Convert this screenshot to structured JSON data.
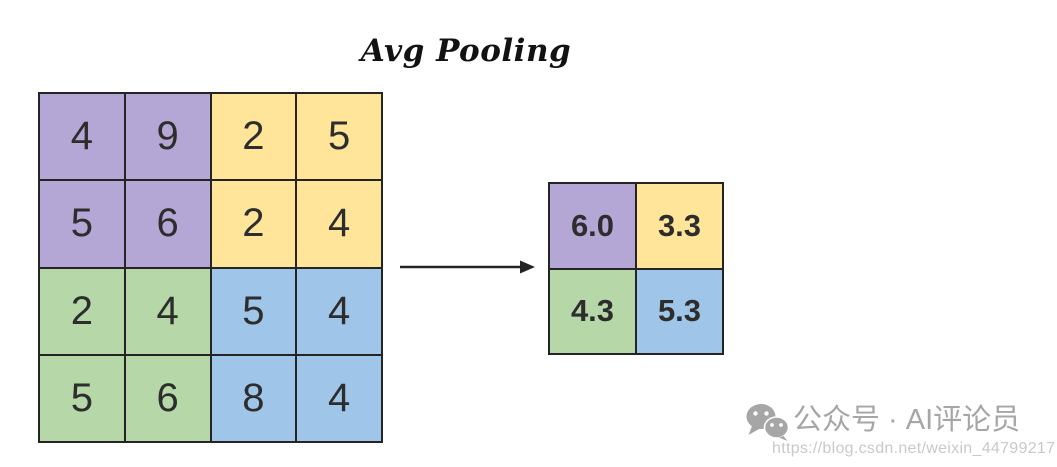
{
  "title": "Avg Pooling",
  "palette": {
    "purple": "#b4a7d6",
    "yellow": "#ffe599",
    "green": "#b6d7a8",
    "blue": "#9fc5e8",
    "grid_line": "#242424",
    "arrow": "#242424",
    "watermark_gray": "#a6a6a6",
    "watermark_url_gray": "#c9c9c9"
  },
  "input_grid": {
    "label": "4x4 input matrix",
    "rows": [
      [
        {
          "value": "4",
          "color": "#b4a7d6"
        },
        {
          "value": "9",
          "color": "#b4a7d6"
        },
        {
          "value": "2",
          "color": "#ffe599"
        },
        {
          "value": "5",
          "color": "#ffe599"
        }
      ],
      [
        {
          "value": "5",
          "color": "#b4a7d6"
        },
        {
          "value": "6",
          "color": "#b4a7d6"
        },
        {
          "value": "2",
          "color": "#ffe599"
        },
        {
          "value": "4",
          "color": "#ffe599"
        }
      ],
      [
        {
          "value": "2",
          "color": "#b6d7a8"
        },
        {
          "value": "4",
          "color": "#b6d7a8"
        },
        {
          "value": "5",
          "color": "#9fc5e8"
        },
        {
          "value": "4",
          "color": "#9fc5e8"
        }
      ],
      [
        {
          "value": "5",
          "color": "#b6d7a8"
        },
        {
          "value": "6",
          "color": "#b6d7a8"
        },
        {
          "value": "8",
          "color": "#9fc5e8"
        },
        {
          "value": "4",
          "color": "#9fc5e8"
        }
      ]
    ]
  },
  "output_grid": {
    "label": "2x2 average pooled output",
    "rows": [
      [
        {
          "value": "6.0",
          "color": "#b4a7d6"
        },
        {
          "value": "3.3",
          "color": "#ffe599"
        }
      ],
      [
        {
          "value": "4.3",
          "color": "#b6d7a8"
        },
        {
          "value": "5.3",
          "color": "#9fc5e8"
        }
      ]
    ]
  },
  "watermark": {
    "account_text": "公众号 · AI评论员",
    "url": "https://blog.csdn.net/weixin_44799217"
  }
}
